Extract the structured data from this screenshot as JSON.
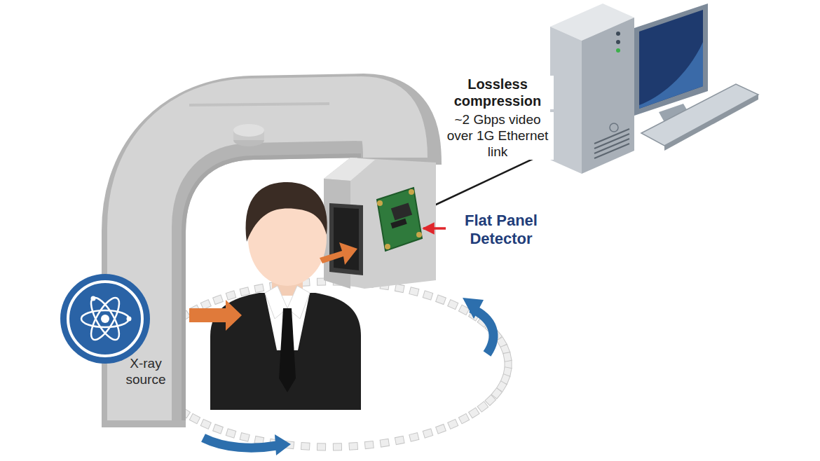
{
  "diagram": {
    "labels": [
      "Lossless compression",
      "~2 Gbps video over 1G Ethernet link",
      "Flat Panel Detector",
      "X-ray source"
    ]
  }
}
